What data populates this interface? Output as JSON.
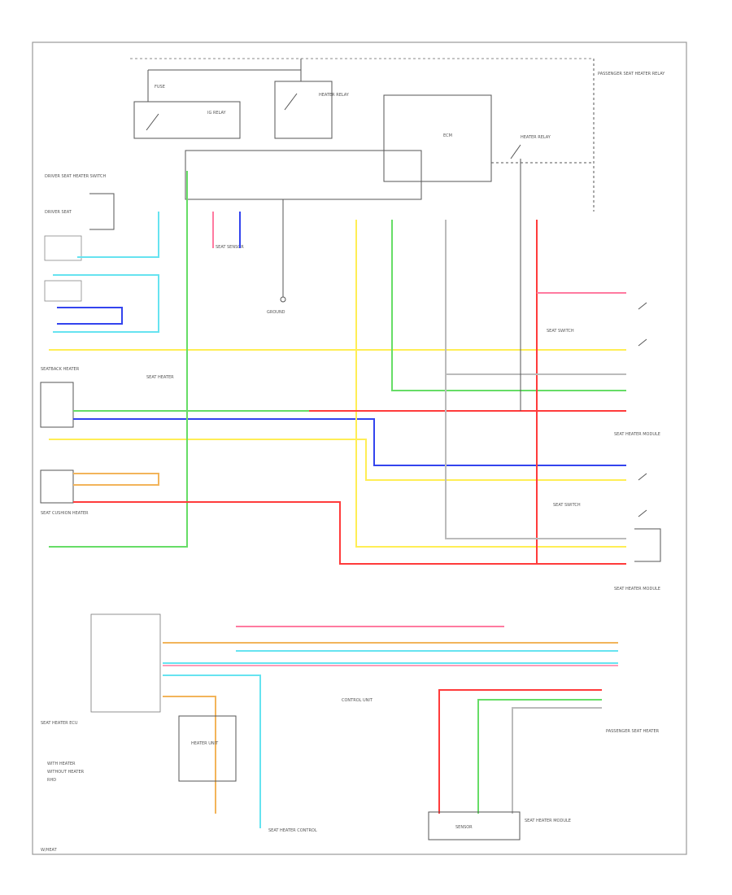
{
  "diagram": {
    "labels": {
      "fuse": "FUSE",
      "ig_relay": "IG RELAY",
      "seat_heater_relay": "HEATER RELAY",
      "heater_relay_right": "HEATER RELAY",
      "ecm_label": "ECM",
      "top_right_title": "PASSENGER SEAT HEATER RELAY",
      "left_title": "DRIVER SEAT HEATER SWITCH",
      "left_connector": "DRIVER SEAT",
      "left_heater_unit": "SEAT HEATER",
      "left_mid": "SEATBACK HEATER",
      "left_lower": "SEAT CUSHION HEATER",
      "center_sensor": "SEAT SENSOR",
      "center_ground": "GROUND",
      "right_switch_1": "SEAT SWITCH",
      "right_switch_2": "SEAT SWITCH",
      "right_module_1": "SEAT HEATER MODULE",
      "right_module_2": "SEAT HEATER MODULE",
      "bottom_left_unit": "HEATER UNIT",
      "bottom_left_title": "SEAT HEATER ECU",
      "bottom_legend_1": "WITH HEATER",
      "bottom_legend_2": "WITHOUT HEATER",
      "bottom_legend_3": "RHD",
      "bottom_center_unit": "CONTROL UNIT",
      "bottom_center_title": "SEAT HEATER CONTROL",
      "bottom_right_title": "PASSENGER SEAT HEATER",
      "bottom_right_box": "SENSOR",
      "bottom_right_desc": "SEAT HEATER MODULE",
      "footer": "W/HEAT"
    },
    "wire_colors": {
      "pink": "#ff7aa0",
      "red": "#ff3b3b",
      "cyan": "#66e3f0",
      "yellow": "#ffee55",
      "green": "#66dd66",
      "blue": "#3344ee",
      "orange": "#f2b45a",
      "gray": "#bbbbbb",
      "black": "#333333"
    }
  }
}
